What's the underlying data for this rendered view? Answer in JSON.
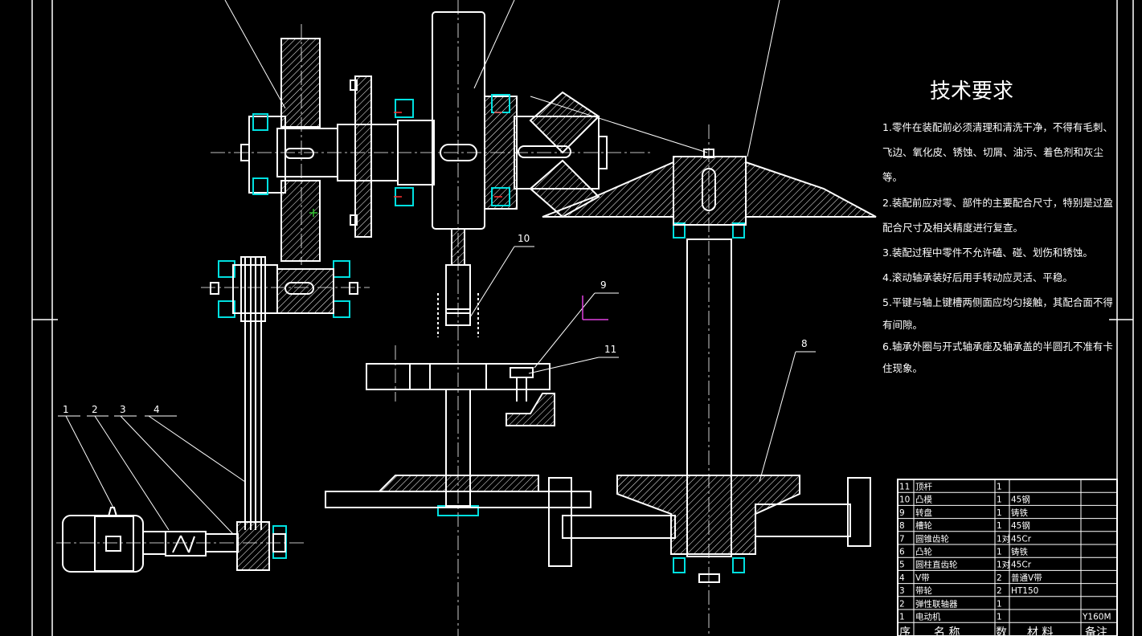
{
  "tech_requirements": {
    "title": "技术要求",
    "lines": [
      "1.零件在装配前必须清理和清洗干净，不得有毛刺、",
      "飞边、氧化皮、锈蚀、切屑、油污、着色剂和灰尘",
      "等。",
      "2.装配前应对零、部件的主要配合尺寸，特别是过盈",
      "配合尺寸及相关精度进行复查。",
      "3.装配过程中零件不允许磕、碰、划伤和锈蚀。",
      "4.滚动轴承装好后用手转动应灵活、平稳。",
      " 5.平键与轴上键槽两侧面应均匀接触，其配合面不得",
      "有间隙。",
      "6.轴承外圈与开式轴承座及轴承盖的半圆孔不准有卡",
      "住现象。"
    ]
  },
  "callouts": [
    "1",
    "2",
    "3",
    "4",
    "8",
    "9",
    "10",
    "11"
  ],
  "bom": {
    "rows": [
      {
        "no": "11",
        "name": "顶杆",
        "qty": "1",
        "material": "",
        "note": ""
      },
      {
        "no": "10",
        "name": "凸模",
        "qty": "1",
        "material": "45钢",
        "note": ""
      },
      {
        "no": "9",
        "name": "转盘",
        "qty": "1",
        "material": "铸铁",
        "note": ""
      },
      {
        "no": "8",
        "name": "槽轮",
        "qty": "1",
        "material": "45钢",
        "note": ""
      },
      {
        "no": "7",
        "name": "圆锥齿轮",
        "qty": "1对",
        "material": "45Cr",
        "note": ""
      },
      {
        "no": "6",
        "name": "凸轮",
        "qty": "1",
        "material": "铸铁",
        "note": ""
      },
      {
        "no": "5",
        "name": "圆柱直齿轮",
        "qty": "1对",
        "material": "45Cr",
        "note": ""
      },
      {
        "no": "4",
        "name": "V带",
        "qty": "2",
        "material": "普通V带",
        "note": ""
      },
      {
        "no": "3",
        "name": "带轮",
        "qty": "2",
        "material": "HT150",
        "note": ""
      },
      {
        "no": "2",
        "name": "弹性联轴器",
        "qty": "1",
        "material": "",
        "note": ""
      },
      {
        "no": "1",
        "name": "电动机",
        "qty": "1",
        "material": "",
        "note": "Y160M"
      }
    ],
    "header": {
      "no": "序",
      "name": "名  称",
      "qty": "数",
      "material": "材  料",
      "note": "备注"
    }
  },
  "colors": {
    "line": "#ffffff",
    "bearing": "#00e0e0",
    "center": "#ffffff",
    "accent_magenta": "#e040e0",
    "accent_red": "#ff3030",
    "accent_green": "#30c030"
  }
}
